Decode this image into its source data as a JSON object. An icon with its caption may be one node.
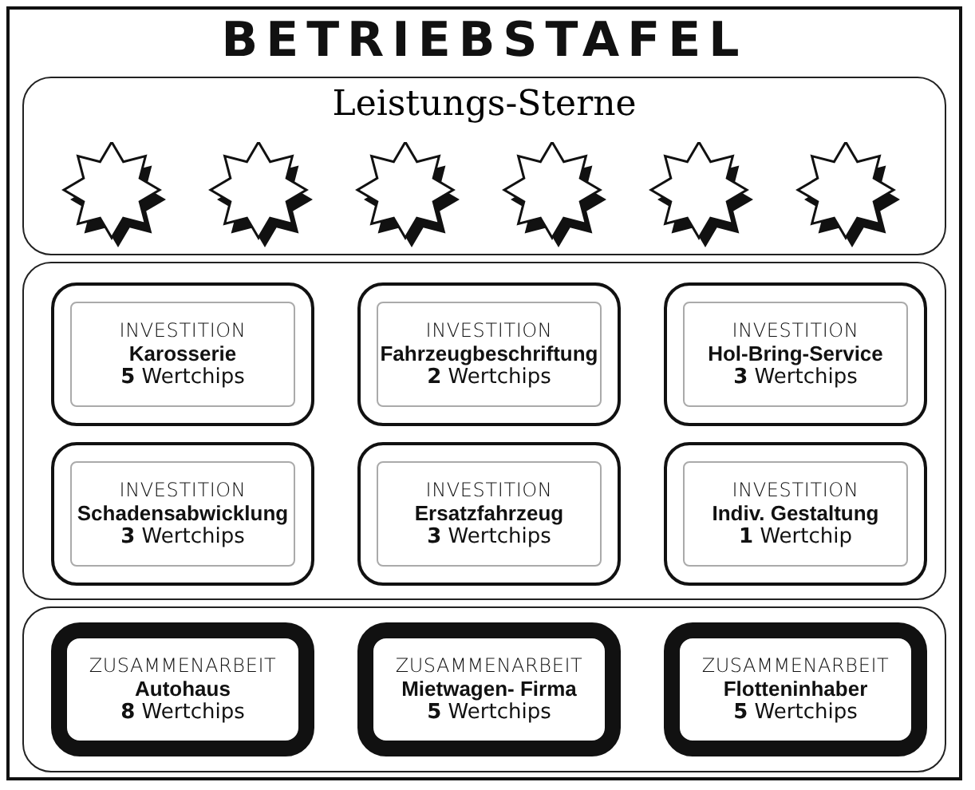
{
  "diagram": {
    "title": "BETRIEBSTAFEL",
    "nodes": [
      {
        "text": [
          "Leistungs-Sterne"
        ]
      },
      {
        "text": [],
        "shape": "star",
        "in": 0
      },
      {
        "text": [],
        "shape": "star",
        "in": 0
      },
      {
        "text": [],
        "shape": "star",
        "in": 0
      },
      {
        "text": [],
        "shape": "star",
        "in": 0
      },
      {
        "text": [],
        "shape": "star",
        "in": 0
      },
      {
        "text": [],
        "shape": "star",
        "in": 0
      },
      {
        "text": [],
        "shape": "box"
      },
      {
        "text": [
          "INVESTITION",
          "Karosserie",
          "**5** Wertchips"
        ],
        "in": 7
      },
      {
        "text": [
          "INVESTITION",
          "Fahrzeugbeschriftung",
          "**2** Wertchips"
        ],
        "in": 7
      },
      {
        "text": [
          "INVESTITION",
          "Hol-Bring-Service",
          "**3** Wertchips"
        ],
        "in": 7
      },
      {
        "text": [
          "INVESTITION",
          "Schadensabwicklung",
          "**3** Wertchips"
        ],
        "in": 7
      },
      {
        "text": [
          "INVESTITION",
          "Ersatzfahrzeug",
          "**3** Wertchips"
        ],
        "in": 7
      },
      {
        "text": [
          "INVESTITION",
          "Indiv. Gestaltung",
          "**1** Wertchip"
        ],
        "in": 7
      },
      {
        "text": [],
        "shape": "box"
      },
      {
        "text": [
          "ZUSAMMENARBEIT",
          "Autohaus",
          "**8** Wertchips"
        ],
        "in": 14
      },
      {
        "text": [
          "ZUSAMMENARBEIT",
          "Mietwagen- Firma",
          "**5** Wertchips"
        ],
        "in": 14
      },
      {
        "text": [
          "ZUSAMMENARBEIT",
          "Flotteninhaber",
          "**5** Wertchips"
        ],
        "in": 14
      }
    ]
  }
}
